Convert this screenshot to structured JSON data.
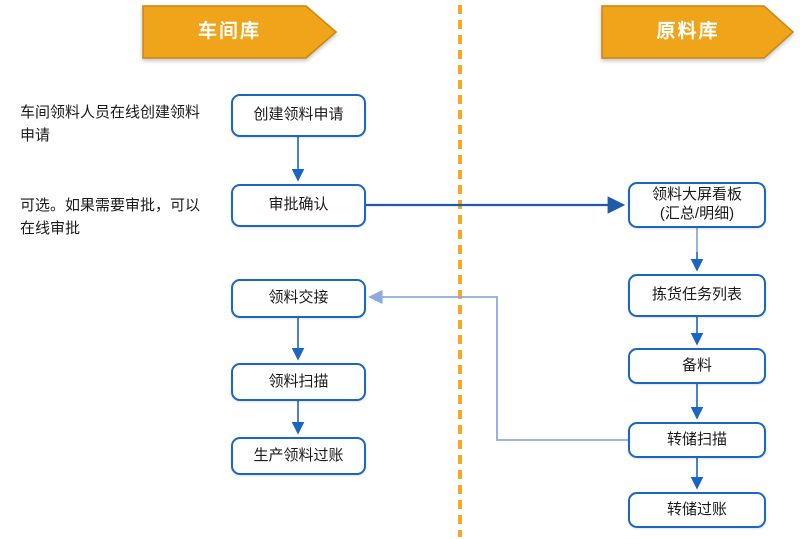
{
  "headers": {
    "left": "车间库",
    "right": "原料库"
  },
  "annotations": {
    "create_note": "车间领料人员在线创建领料申请",
    "approval_note": "可选。如果需要审批，可以在线审批"
  },
  "nodes": {
    "left": [
      "创建领料申请",
      "审批确认",
      "领料交接",
      "领料扫描",
      "生产领料过账"
    ],
    "right": [
      "领料大屏看板\n(汇总/明细)",
      "拣货任务列表",
      "备料",
      "转储扫描",
      "转储过账"
    ]
  },
  "edges": [
    {
      "from": "创建领料申请",
      "to": "审批确认"
    },
    {
      "from": "审批确认",
      "to": "领料大屏看板(汇总/明细)"
    },
    {
      "from": "领料大屏看板(汇总/明细)",
      "to": "拣货任务列表"
    },
    {
      "from": "拣货任务列表",
      "to": "备料"
    },
    {
      "from": "备料",
      "to": "转储扫描"
    },
    {
      "from": "转储扫描",
      "to": "转储过账"
    },
    {
      "from": "转储扫描",
      "to": "领料交接"
    },
    {
      "from": "领料交接",
      "to": "领料扫描"
    },
    {
      "from": "领料扫描",
      "to": "生产领料过账"
    }
  ],
  "colors": {
    "header_orange": "#F0A41A",
    "header_border": "#C9880E",
    "divider_orange": "#F9A825",
    "node_border_blue": "#1A66C2",
    "connector_blue": "#1A66C2",
    "connector_dark_blue": "#1F5BA8",
    "connector_light_blue": "#8FAADC"
  }
}
